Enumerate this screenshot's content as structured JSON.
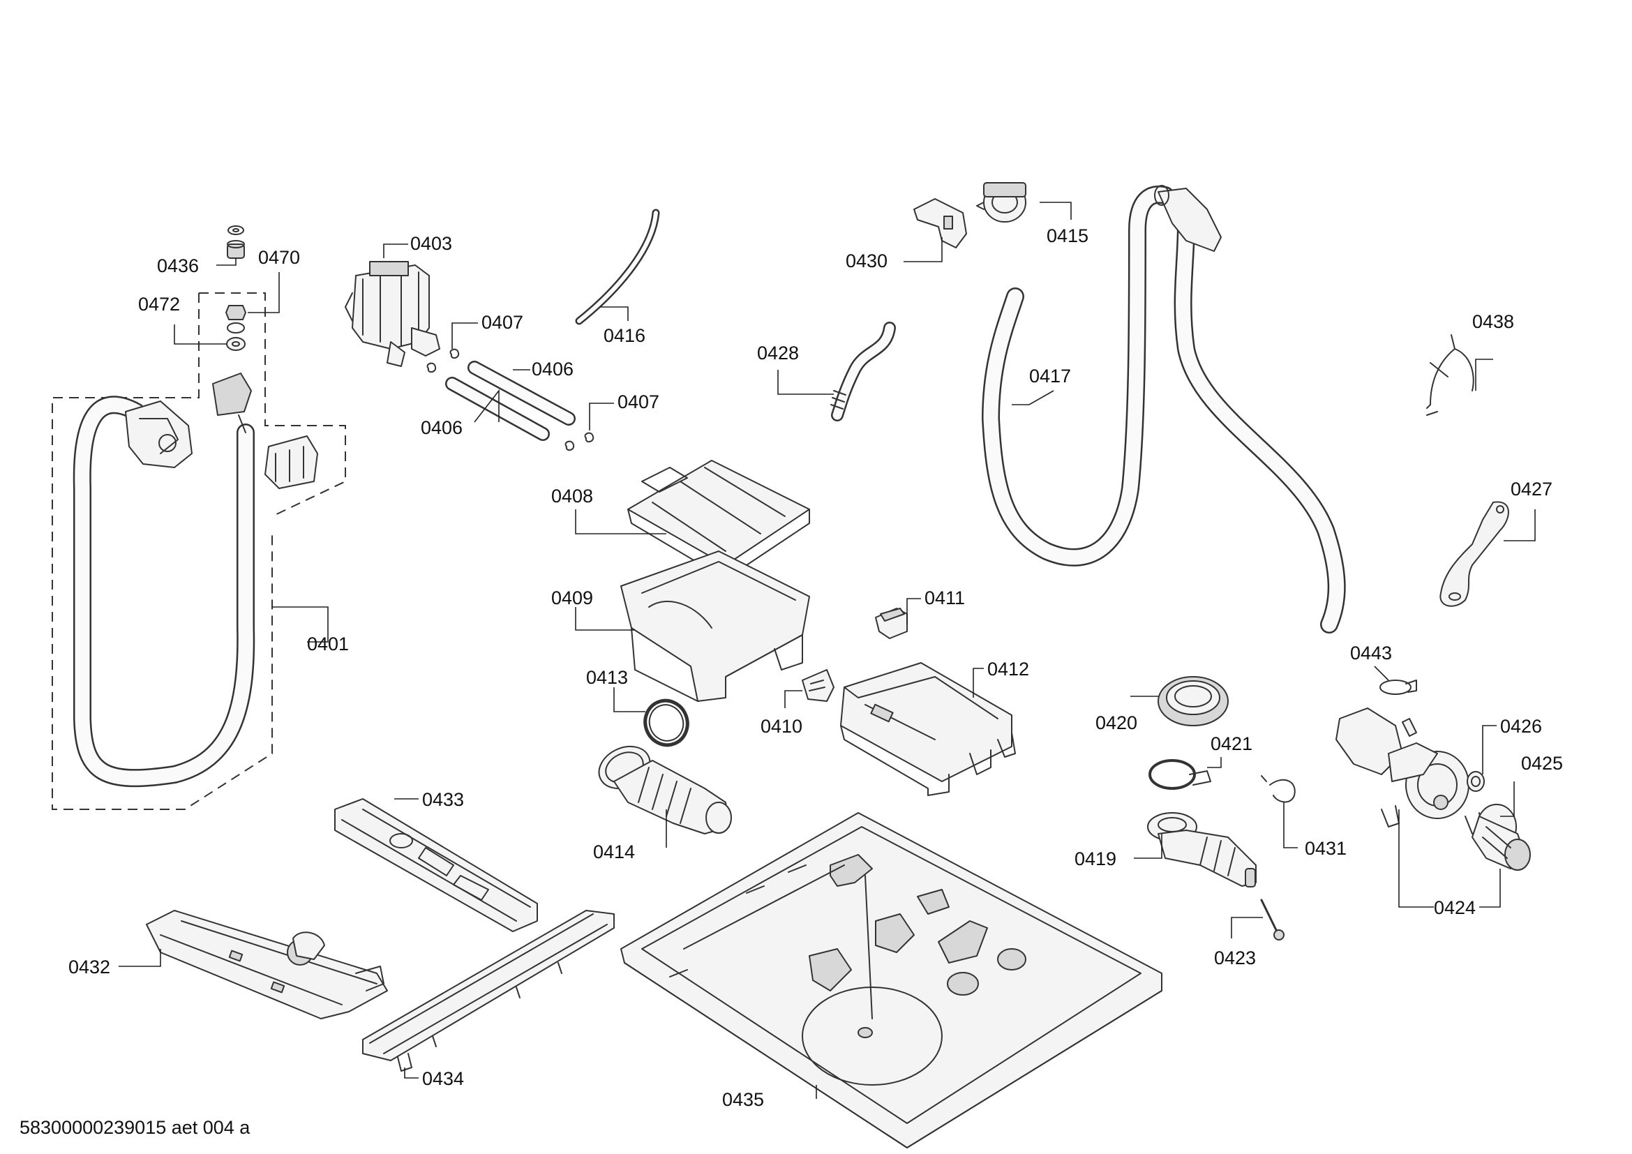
{
  "parts": {
    "p0401": "0401",
    "p0403": "0403",
    "p0406a": "0406",
    "p0406b": "0406",
    "p0407a": "0407",
    "p0407b": "0407",
    "p0408": "0408",
    "p0409": "0409",
    "p0410": "0410",
    "p0411": "0411",
    "p0412": "0412",
    "p0413": "0413",
    "p0414": "0414",
    "p0415": "0415",
    "p0416": "0416",
    "p0417": "0417",
    "p0419": "0419",
    "p0420": "0420",
    "p0421": "0421",
    "p0423": "0423",
    "p0424": "0424",
    "p0425": "0425",
    "p0426": "0426",
    "p0427": "0427",
    "p0428": "0428",
    "p0430": "0430",
    "p0431": "0431",
    "p0432": "0432",
    "p0433": "0433",
    "p0434": "0434",
    "p0435": "0435",
    "p0436": "0436",
    "p0438": "0438",
    "p0443": "0443",
    "p0470": "0470",
    "p0472": "0472"
  },
  "footer": {
    "code": "58300000239015 aet 004 a"
  }
}
